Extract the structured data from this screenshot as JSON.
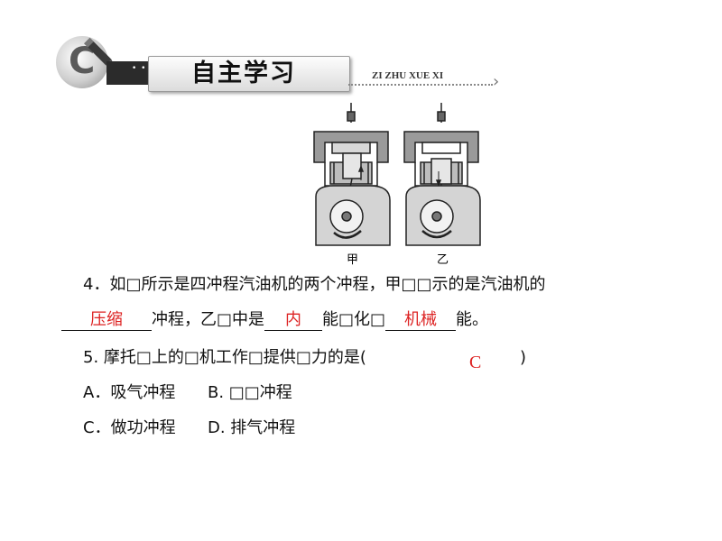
{
  "header": {
    "title": "自主学习",
    "pinyin": "ZI ZHU XUE XI",
    "dots": "• • •"
  },
  "figure": {
    "label_left": "甲",
    "label_right": "乙"
  },
  "q4": {
    "line1": "4．如□所示是四冲程汽油机的两个冲程，甲□□示的是汽油机的",
    "answer1": "压缩",
    "text2": "冲程，乙□中是",
    "answer2": "内",
    "text3": "能□化□",
    "answer3": "机械",
    "text4": "能。"
  },
  "q5": {
    "stem": "5.  摩托□上的□机工作□提供□力的是(",
    "answer": "C",
    "close": ")",
    "option_a": "A．吸气冲程",
    "option_b": "B.  □□冲程",
    "option_c": "C．做功冲程",
    "option_d": "D.  排气冲程"
  }
}
